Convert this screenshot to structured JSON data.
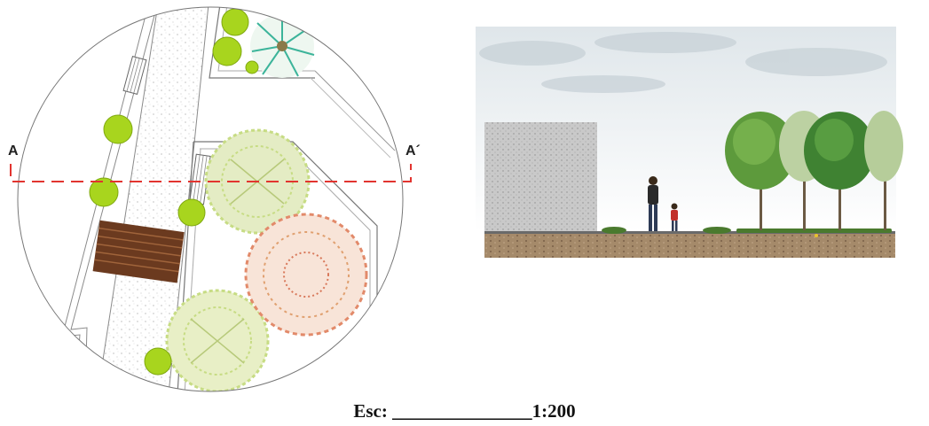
{
  "plan": {
    "section_start_label": "A",
    "section_end_label": "A´",
    "colors": {
      "section_line": "#e2342f",
      "shrub": "#a8d51e",
      "bench": "#6b3a1f",
      "tree_light": "#c7dc84",
      "tree_pink": "#e28a6a"
    }
  },
  "scale_text": "Esc: _______________1:200"
}
